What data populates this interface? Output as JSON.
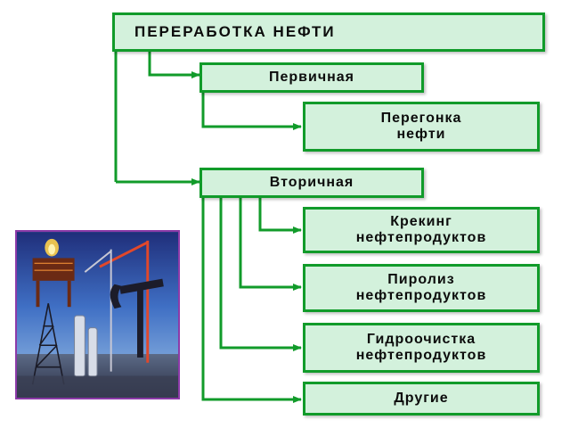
{
  "diagram": {
    "root": {
      "label": "ПЕРЕРАБОТКА НЕФТИ"
    },
    "primary": {
      "label": "Первичная",
      "children": [
        {
          "label": "Перегонка\nнефти"
        }
      ]
    },
    "secondary": {
      "label": "Вторичная",
      "children": [
        {
          "label": "Крекинг\nнефтепродуктов"
        },
        {
          "label": "Пиролиз\nнефтепродуктов"
        },
        {
          "label": "Гидроочистка\nнефтепродуктов"
        },
        {
          "label": "Другие"
        }
      ]
    },
    "colors": {
      "box_fill": "#d3f1dc",
      "box_border": "#119b2a",
      "connector": "#119b2a",
      "photo_frame": "#8c3aa8"
    },
    "photo": {
      "subject": "oil refinery and drilling rig collage"
    }
  }
}
